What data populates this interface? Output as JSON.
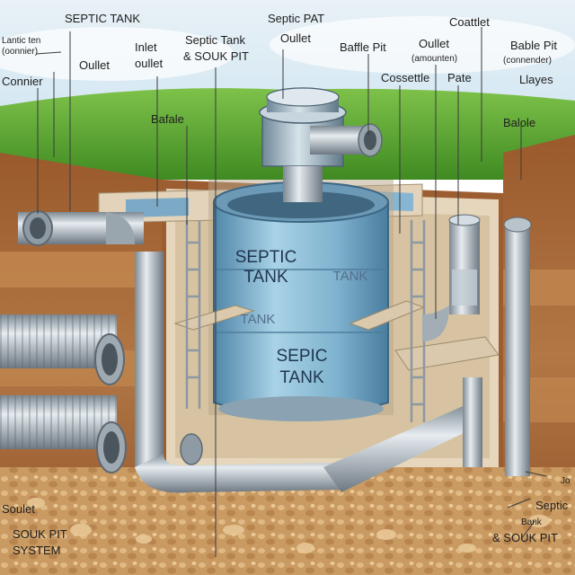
{
  "labels": {
    "septic_tank_top": "SEPTIC TANK",
    "lantic_ten": "Lantic ten",
    "connnier_small": "(oonnier)",
    "outlet_left": "Oullet",
    "connier": "Connier",
    "inlet": "Inlet",
    "outlet_under_inlet": "oullet",
    "septic_tank_souk": "Septic Tank",
    "souk_pit_amp": "& SOUK PIT",
    "septic_pat": "Septic PAT",
    "outlet_center": "Oullet",
    "baffle_pit": "Baffle Pit",
    "outlet_right": "Oullet",
    "outlet_right_sub": "(amounten)",
    "coattlet": "Coattlet",
    "bable_pit": "Bable Pit",
    "bable_sub": "(connender)",
    "bafale": "Bafale",
    "cossettle": "Cossettle",
    "pate": "Pate",
    "llayes": "Llayes",
    "balole": "Balole",
    "tank_upper_1": "SEPTIC",
    "tank_upper_2": "TANK",
    "tank_upper_right": "TANK",
    "tank_mid_small": "TANK",
    "tank_lower_1": "SEPIC",
    "tank_lower_2": "TANK",
    "soulet": "Soulet",
    "souk_pit_1": "SOUK PIT",
    "souk_pit_2": "SYSTEM",
    "right_edge": "Jo",
    "septic_br": "Septic",
    "bank_br": "Bank",
    "souk_pit_br": "& SOUK PIT"
  },
  "colors": {
    "sky_top": "#cfe5f2",
    "grass": "#4f9a2c",
    "soil": "#a8683a",
    "gravel": "#c79a63",
    "pipe": "#a9b4bd",
    "tank_blue": "#7fb3cf",
    "concrete": "#e2d3ba"
  }
}
